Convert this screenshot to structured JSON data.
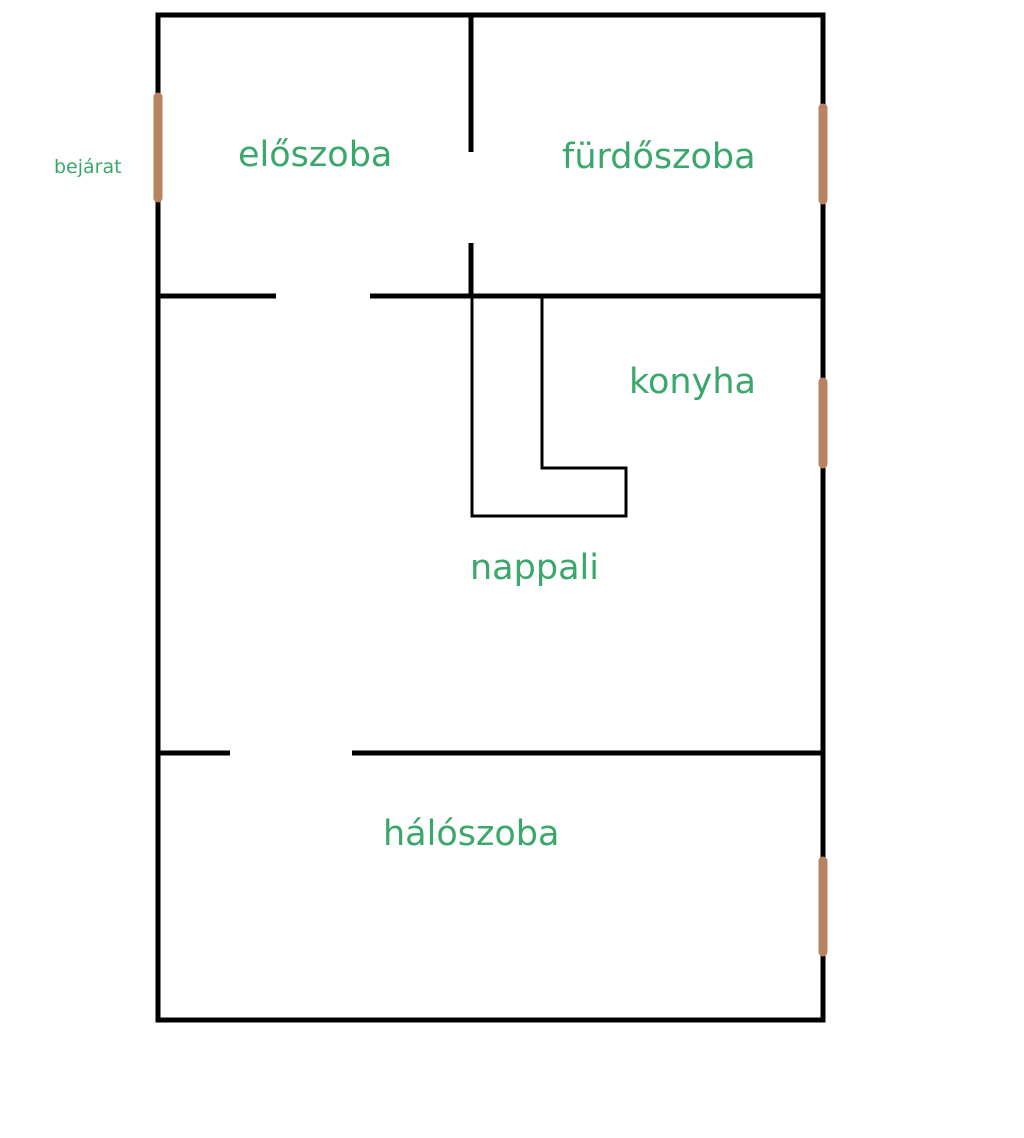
{
  "colors": {
    "walls": "#000000",
    "labels": "#3aa86b",
    "windows_doors": "#b98360",
    "background": "#ffffff"
  },
  "labels": {
    "entrance": "bejárat",
    "hall": "előszoba",
    "bathroom": "fürdőszoba",
    "kitchen": "konyha",
    "living_room": "nappali",
    "bedroom": "hálószoba"
  }
}
